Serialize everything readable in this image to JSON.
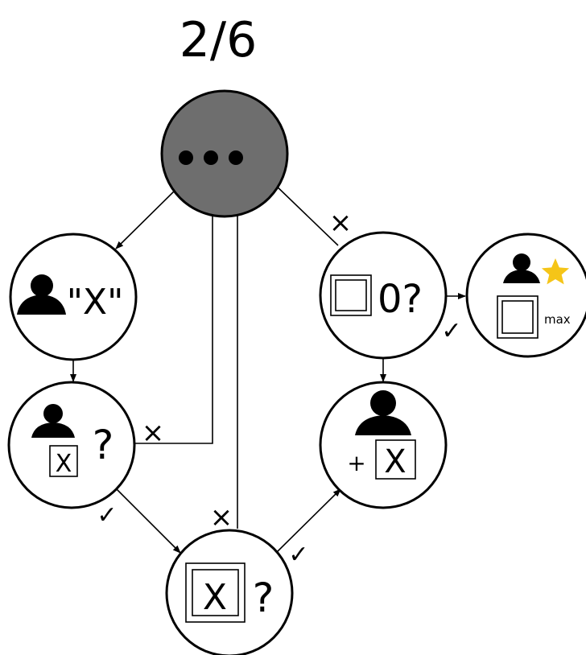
{
  "header": {
    "step_counter": "2/6"
  },
  "nodes": {
    "start": {
      "label": "..."
    },
    "say_word": {
      "quote_text": "\"X\""
    },
    "has_tile": {
      "tile_letter": "X",
      "question_mark": "?"
    },
    "board_check": {
      "tile_letter": "X",
      "question_mark": "?"
    },
    "zero_check": {
      "zero_text": "0?"
    },
    "add_tile": {
      "plus": "+",
      "tile_letter": "X"
    },
    "max_winner": {
      "max_label": "max"
    }
  },
  "edges": {
    "reject_mark": "×",
    "accept_mark": "✓"
  },
  "colors": {
    "start_fill": "#6e6e6e",
    "star": "#f5c518",
    "stroke": "#000000"
  }
}
